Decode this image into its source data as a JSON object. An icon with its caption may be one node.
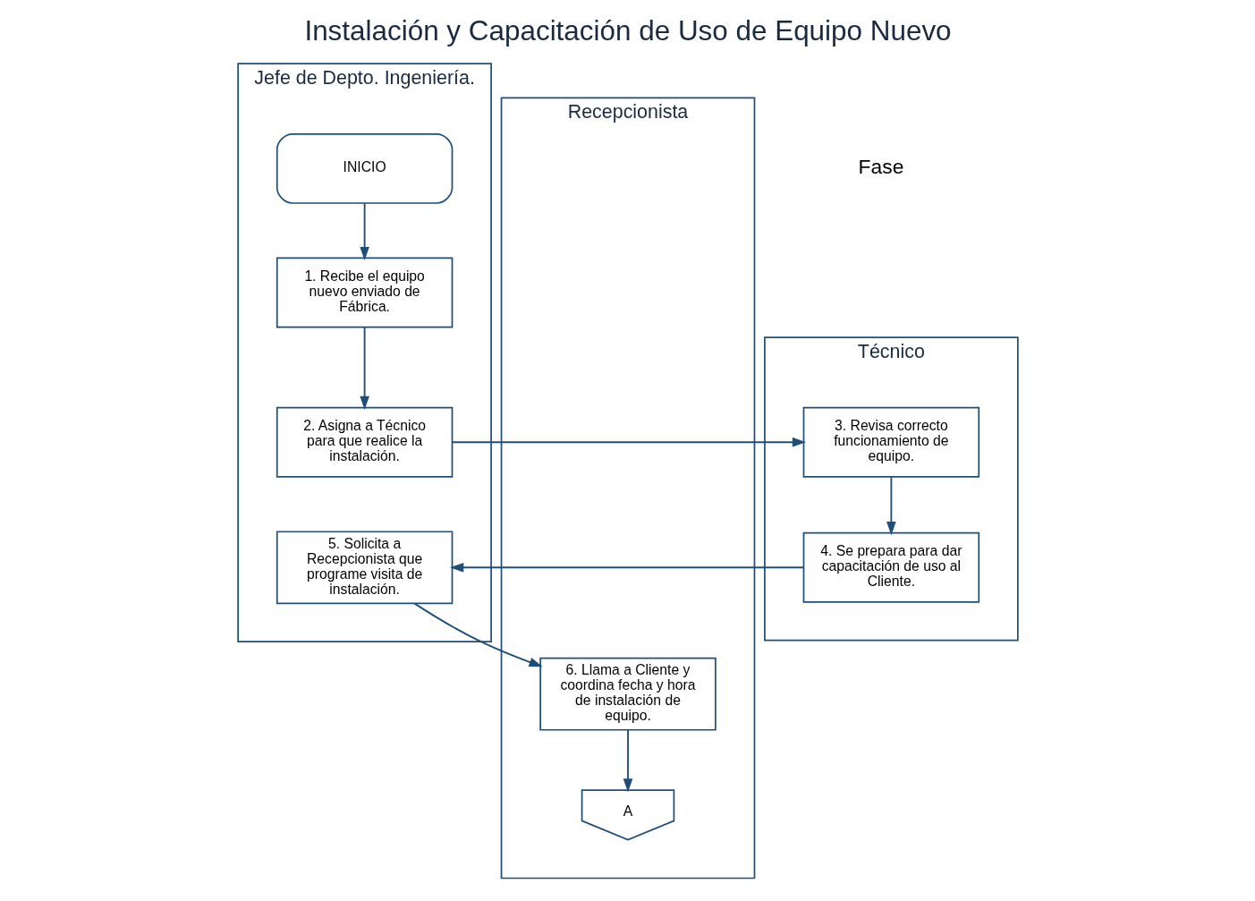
{
  "diagram": {
    "title": "Instalación y Capacitación de Uso de Equipo Nuevo",
    "nodes": [
      {
        "text": [
          "Jefe de Depto. Ingeniería."
        ]
      },
      {
        "text": [
          "Técnico"
        ]
      },
      {
        "text": [
          "Recepcionista"
        ]
      },
      {
        "text": [
          "INICIO"
        ],
        "in": 0
      },
      {
        "text": [
          "1. Recibe el equipo nuevo enviado de Fábrica."
        ],
        "in": 0
      },
      {
        "text": [
          "2. Asigna a Técnico para que realice la instalación."
        ],
        "in": 0
      },
      {
        "text": [
          "3. Revisa correcto funcionamiento de equipo."
        ],
        "in": 1
      },
      {
        "text": [
          "4. Se prepara para dar capacitación de uso al Cliente."
        ],
        "in": 1
      },
      {
        "text": [
          "5. Solicita a Recepcionista que programe visita de instalación."
        ],
        "in": 0
      },
      {
        "text": [
          "6. Llama a Cliente y coordina fecha y hora de instalación de equipo."
        ],
        "in": 2
      },
      {
        "text": [
          "A"
        ],
        "in": 2
      }
    ],
    "edges": [
      {
        "from": 3,
        "to": 4,
        "arrow": "to"
      },
      {
        "from": 4,
        "to": 5,
        "arrow": "to"
      },
      {
        "from": 5,
        "to": 6,
        "arrow": "to"
      },
      {
        "from": 6,
        "to": 7,
        "arrow": "to"
      },
      {
        "from": 7,
        "to": 8,
        "arrow": "to"
      },
      {
        "from": 8,
        "to": 9,
        "arrow": "to"
      },
      {
        "from": 9,
        "to": 10,
        "arrow": "to"
      }
    ],
    "labels": [
      "Fase"
    ]
  }
}
